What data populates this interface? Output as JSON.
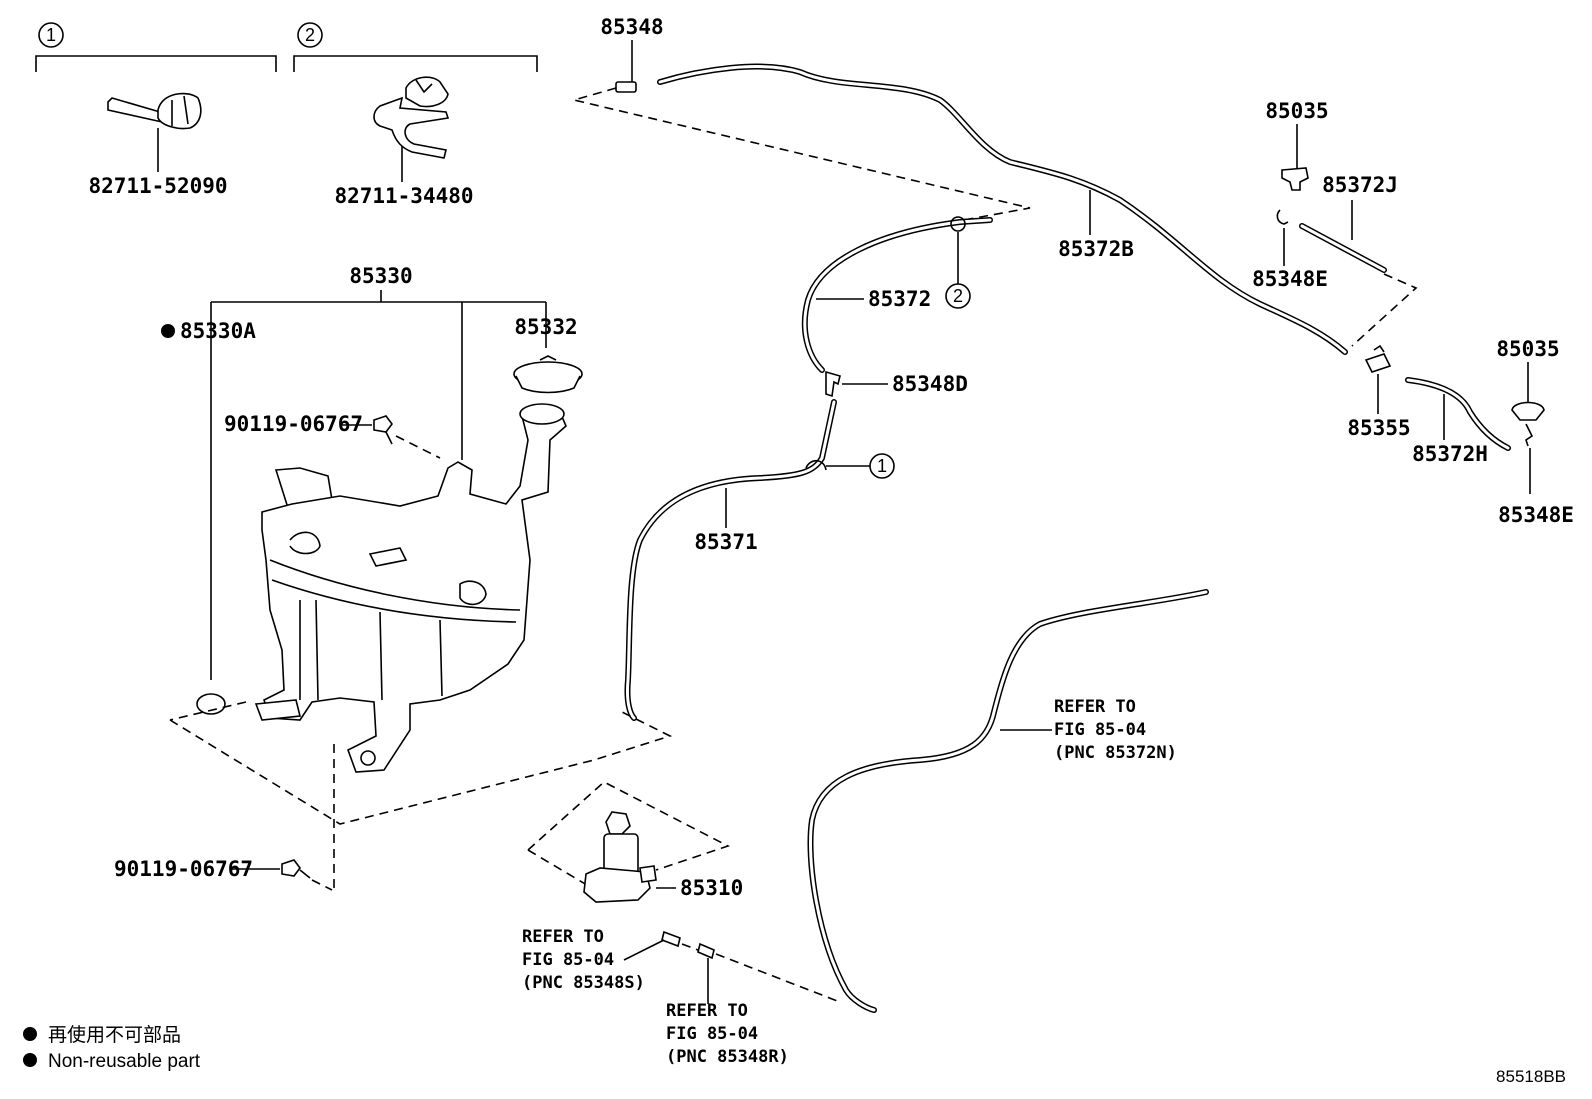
{
  "callouts": {
    "c1": "1",
    "c2": "2"
  },
  "parts": {
    "p82711_52090": "82711-52090",
    "p82711_34480": "82711-34480",
    "p85348": "85348",
    "p85372B": "85372B",
    "p85035a": "85035",
    "p85372J": "85372J",
    "p85348E_a": "85348E",
    "p85330": "85330",
    "p85330A": "85330A",
    "p85332": "85332",
    "p90119_a": "90119-06767",
    "p85372": "85372",
    "p85348D": "85348D",
    "p85371": "85371",
    "p85035b": "85035",
    "p85355": "85355",
    "p85372H": "85372H",
    "p85348E_b": "85348E",
    "p90119_b": "90119-06767",
    "p85310": "85310"
  },
  "refers": {
    "r1": [
      "REFER TO",
      "FIG 85-04",
      "(PNC 85372N)"
    ],
    "r2": [
      "REFER TO",
      "FIG 85-04",
      "(PNC 85348S)"
    ],
    "r3": [
      "REFER TO",
      "FIG 85-04",
      "(PNC 85348R)"
    ]
  },
  "legend": {
    "line1": "再使用不可部品",
    "line2": "Non-reusable part"
  },
  "figure_id": "85518BB"
}
